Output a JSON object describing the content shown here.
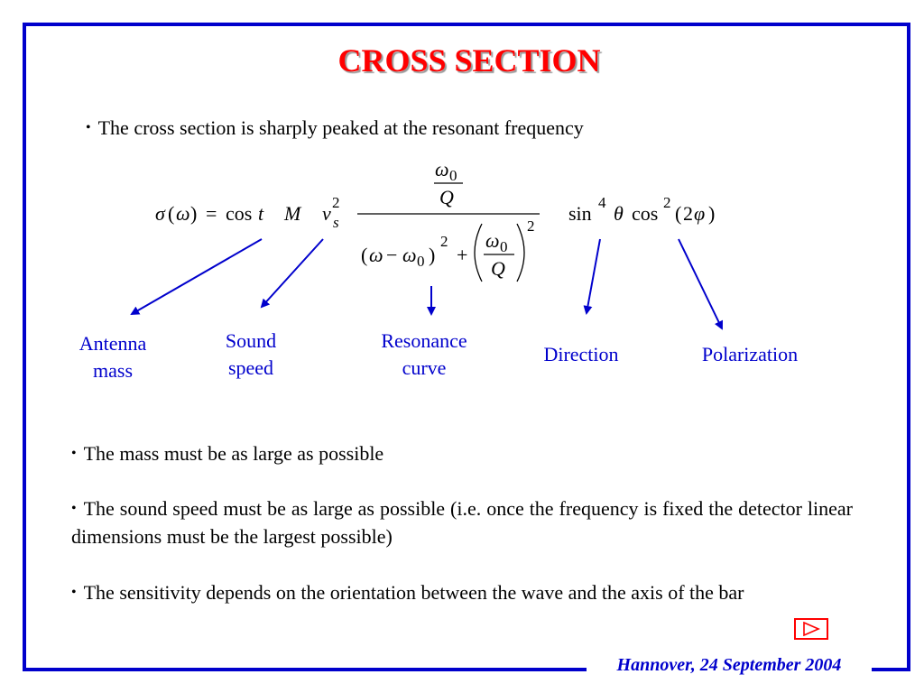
{
  "slide": {
    "title": "CROSS SECTION",
    "bullet_intro": "The cross section is sharply peaked at the resonant frequency",
    "bullets": [
      "The mass must be as large as possible",
      "The sound speed must be as large as possible (i.e. once the frequency is fixed the detector linear dimensions must be the largest possible)",
      "The sensitivity depends on the orientation between the wave and the axis of the bar"
    ],
    "bullet_symbol": "•"
  },
  "formula": {
    "sigma": "σ",
    "omega": "ω",
    "lparen": "(",
    "rparen": ")",
    "equals": "=",
    "cost": "cos",
    "t": "t",
    "M": "M",
    "v": "v",
    "s": "s",
    "two": "2",
    "four": "4",
    "zero": "0",
    "Q": "Q",
    "minus": "−",
    "plus": "+",
    "sin": "sin",
    "theta": "θ",
    "cos": "cos",
    "phi": "φ"
  },
  "labels": {
    "antenna_line1": "Antenna",
    "antenna_line2": "mass",
    "sound_line1": "Sound",
    "sound_line2": "speed",
    "resonance_line1": "Resonance",
    "resonance_line2": "curve",
    "direction": "Direction",
    "polarization": "Polarization"
  },
  "footer": {
    "text": "Hannover, 24 September 2004"
  },
  "colors": {
    "frame": "#0000cc",
    "title": "#ff0000",
    "labels": "#0000cc",
    "arrows": "#0000cc",
    "next_button_border": "#ff0000"
  },
  "icons": {
    "next_button": "play-triangle-icon"
  }
}
